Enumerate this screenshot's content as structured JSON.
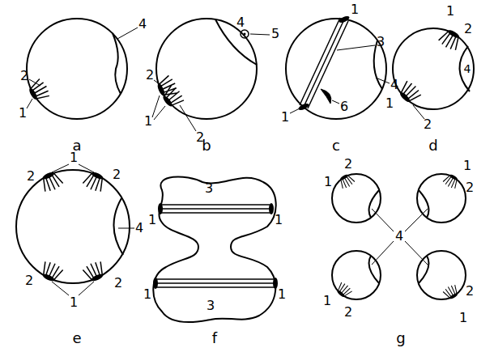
{
  "diagram": {
    "labels": [
      "2",
      "1",
      "4",
      "a",
      "2",
      "1",
      "2",
      "4",
      "5",
      "b",
      "1",
      "3",
      "1",
      "4",
      "6",
      "c",
      "1",
      "2",
      "4",
      "1",
      "2",
      "d",
      "1",
      "2",
      "2",
      "4",
      "2",
      "1",
      "2",
      "e",
      "3",
      "1",
      "1",
      "1",
      "1",
      "3",
      "f",
      "1",
      "2",
      "1",
      "2",
      "1",
      "2",
      "2",
      "1",
      "4",
      "g"
    ]
  }
}
